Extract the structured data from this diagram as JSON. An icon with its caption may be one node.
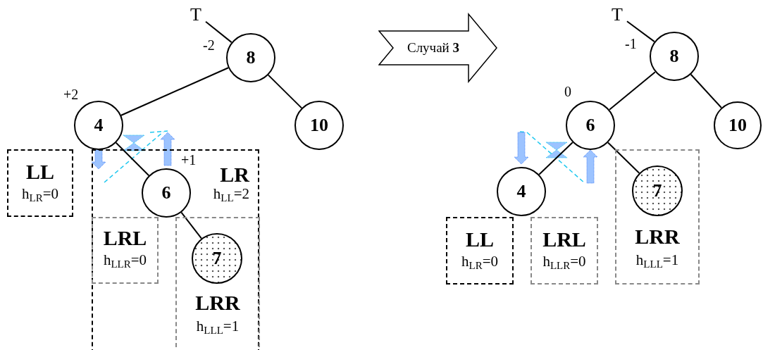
{
  "diagram": {
    "nodes": [
      {
        "text": [
          "T"
        ]
      },
      {
        "text": [
          "8"
        ],
        "beside": [
          "-2"
        ]
      },
      {
        "text": [
          "4"
        ],
        "beside": [
          "+2"
        ]
      },
      {
        "text": [
          "10"
        ]
      },
      {
        "text": [
          "LL",
          "h$_{LR}$=0"
        ]
      },
      {
        "text": [
          "LR",
          "h$_{LL}$=2"
        ]
      },
      {
        "text": [
          "6"
        ],
        "beside": [
          "+1"
        ],
        "in": 5
      },
      {
        "text": [
          "LRL",
          "h$_{LLR}$=0"
        ],
        "in": 5
      },
      {
        "text": [
          "LRR",
          "h$_{LLL}$=1"
        ],
        "in": 5
      },
      {
        "text": [
          "7"
        ],
        "in": 8
      },
      {
        "text": [
          "Случай **3**"
        ]
      },
      {
        "text": [
          "T"
        ]
      },
      {
        "text": [
          "8"
        ],
        "beside": [
          "-1"
        ]
      },
      {
        "text": [
          "6"
        ],
        "beside": [
          "0"
        ]
      },
      {
        "text": [
          "10"
        ]
      },
      {
        "text": [
          "4"
        ]
      },
      {
        "text": [
          "LL",
          "h$_{LR}$=0"
        ]
      },
      {
        "text": [
          "LRL",
          "h$_{LLR}$=0"
        ]
      },
      {
        "text": [
          "LRR",
          "h$_{LLL}$=1"
        ]
      },
      {
        "text": [
          "7"
        ],
        "in": 18
      }
    ],
    "edges": [
      {
        "from": 0,
        "to": 1,
        "arrow": "none"
      },
      {
        "from": 1,
        "to": 2,
        "arrow": "none"
      },
      {
        "from": 1,
        "to": 3,
        "arrow": "none"
      },
      {
        "from": 2,
        "to": 6,
        "arrow": "none"
      },
      {
        "from": 6,
        "to": 9,
        "arrow": "none"
      },
      {
        "from": 11,
        "to": 12,
        "arrow": "none"
      },
      {
        "from": 12,
        "to": 13,
        "arrow": "none"
      },
      {
        "from": 12,
        "to": 14,
        "arrow": "none"
      },
      {
        "from": 13,
        "to": 15,
        "arrow": "none"
      },
      {
        "from": 13,
        "to": 19,
        "arrow": "none"
      }
    ]
  }
}
